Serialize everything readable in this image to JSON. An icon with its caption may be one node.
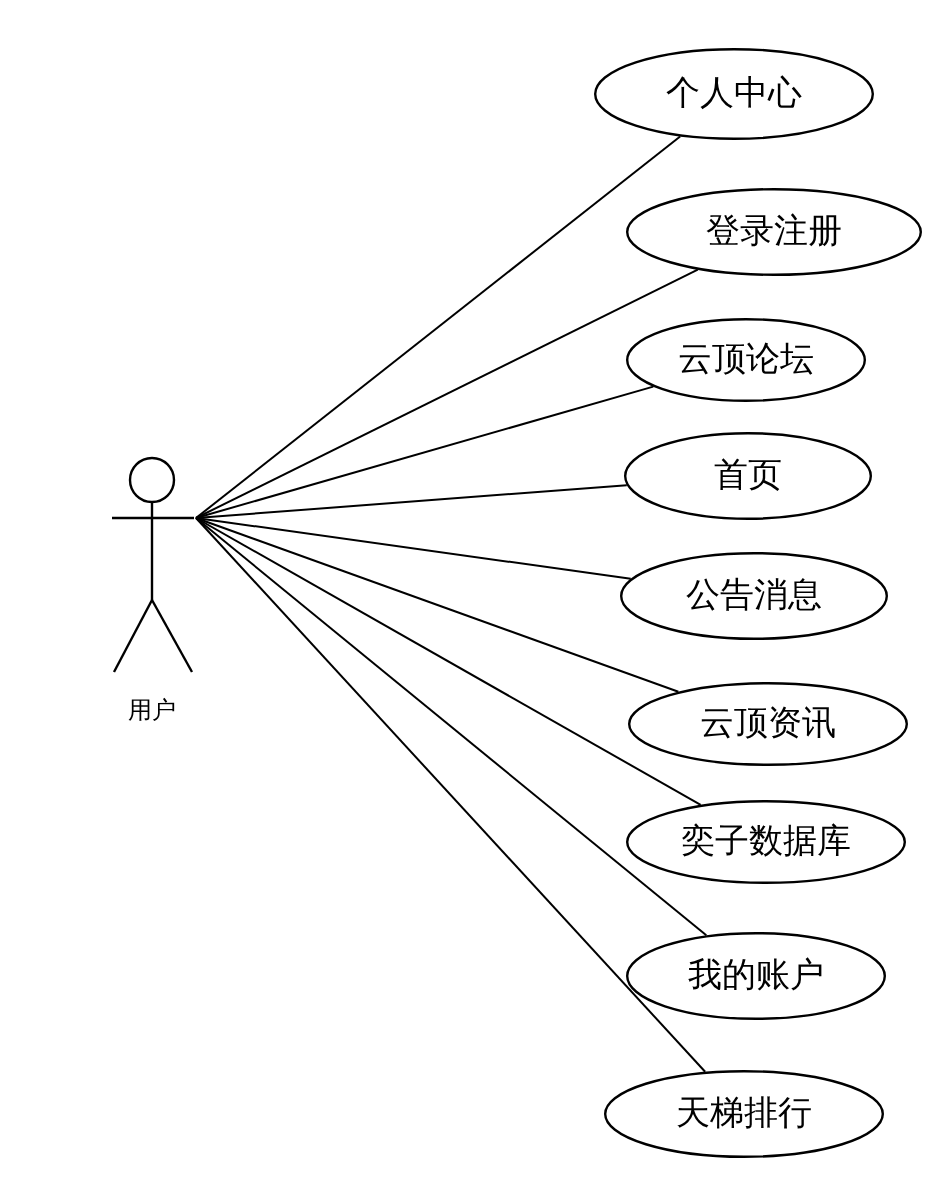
{
  "diagram": {
    "nodes": [
      {
        "text": [
          "用户"
        ]
      },
      {
        "text": [
          "个人中心"
        ]
      },
      {
        "text": [
          "登录注册"
        ]
      },
      {
        "text": [
          "云顶论坛"
        ]
      },
      {
        "text": [
          "首页"
        ]
      },
      {
        "text": [
          "公告消息"
        ]
      },
      {
        "text": [
          "云顶资讯"
        ]
      },
      {
        "text": [
          "奕子数据库"
        ]
      },
      {
        "text": [
          "我的账户"
        ]
      },
      {
        "text": [
          "天梯排行"
        ]
      }
    ],
    "edges": [
      {
        "from": 0,
        "to": 1,
        "arrow": "none"
      },
      {
        "from": 0,
        "to": 2,
        "arrow": "none"
      },
      {
        "from": 0,
        "to": 3,
        "arrow": "none"
      },
      {
        "from": 0,
        "to": 4,
        "arrow": "none"
      },
      {
        "from": 0,
        "to": 5,
        "arrow": "none"
      },
      {
        "from": 0,
        "to": 6,
        "arrow": "none"
      },
      {
        "from": 0,
        "to": 7,
        "arrow": "none"
      },
      {
        "from": 0,
        "to": 8,
        "arrow": "none"
      },
      {
        "from": 0,
        "to": 9,
        "arrow": "none"
      }
    ]
  }
}
